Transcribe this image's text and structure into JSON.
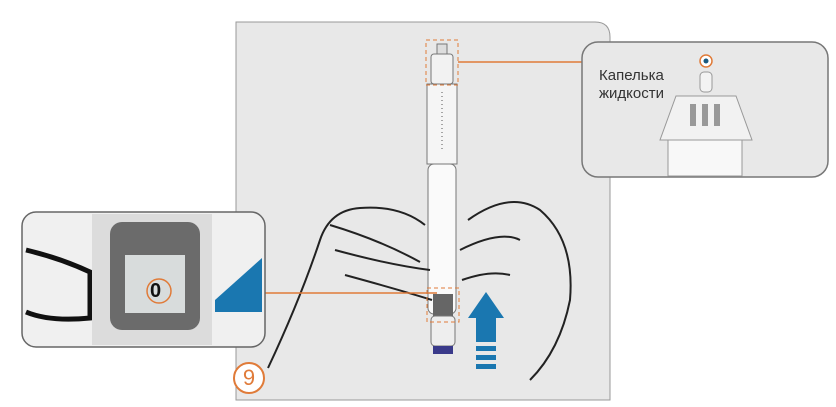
{
  "callout": {
    "line1": "Капелька",
    "line2": "жидкости"
  },
  "step_number": "9",
  "dose_display_value": "0",
  "colors": {
    "accent": "#e07b39",
    "arrow": "#1a77b0",
    "panel": "#e8e8e8"
  }
}
